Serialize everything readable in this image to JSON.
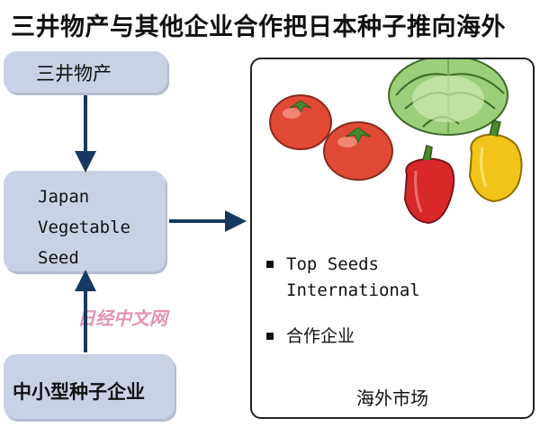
{
  "title": "三井物产与其他企业合作把日本种子推向海外",
  "nodes": {
    "mitsui": "三井物产",
    "jvs": "Japan Vegetable Seed",
    "sme": "中小型种子企业"
  },
  "market": {
    "label": "海外市场",
    "items": [
      "Top Seeds\nInternational",
      "合作企业"
    ]
  },
  "watermark": "日经中文网",
  "colors": {
    "box_fill": "#c9d2e4",
    "arrow": "#17385f"
  },
  "icons": {
    "vegetables": "vegetable-illustration"
  }
}
